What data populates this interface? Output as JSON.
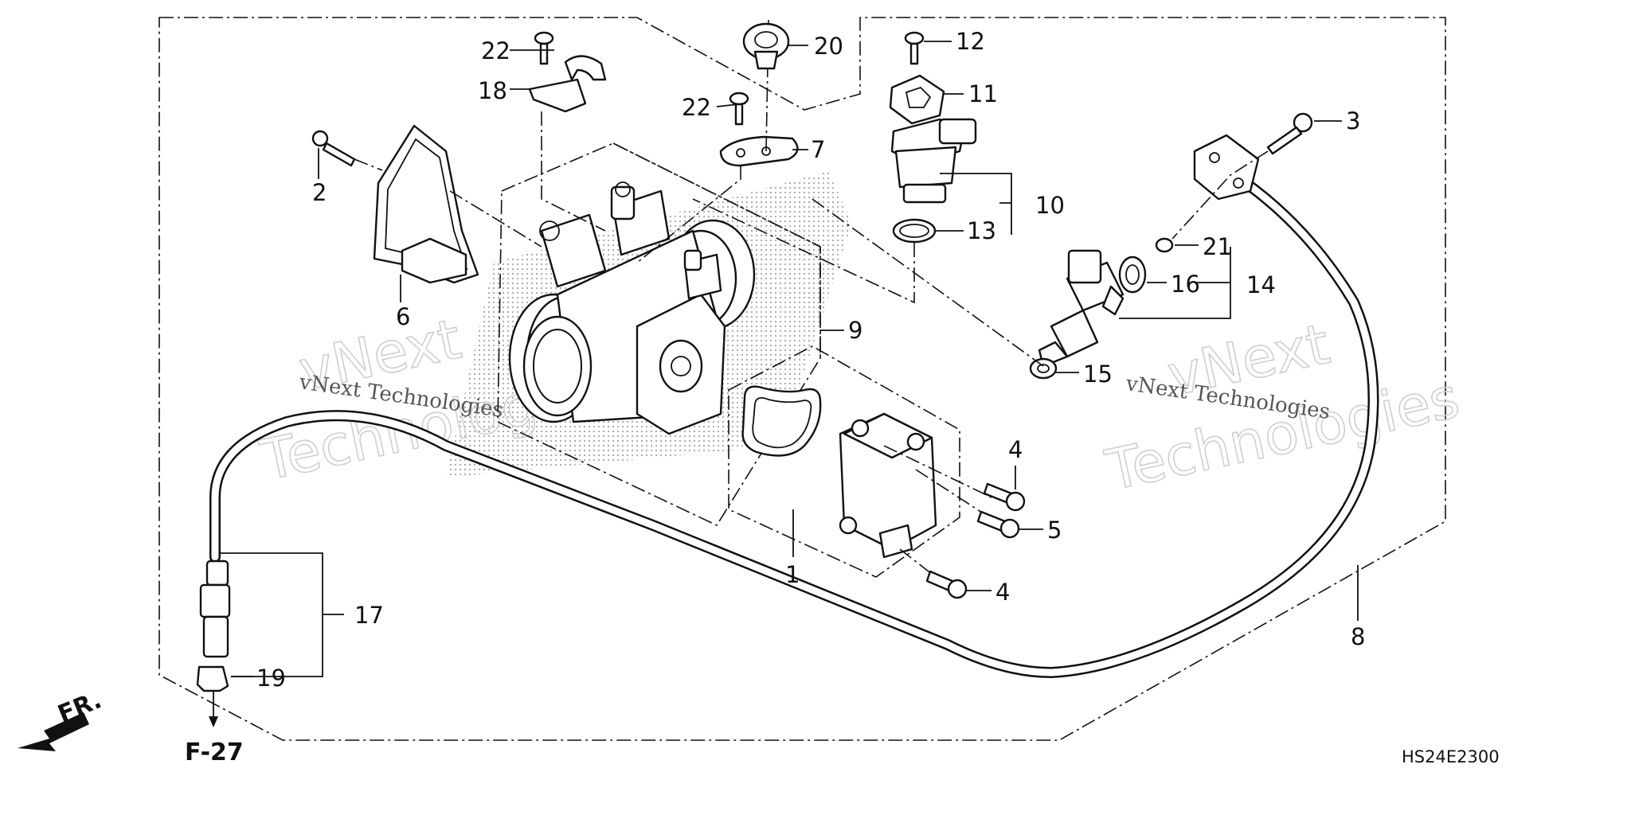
{
  "callouts": {
    "c1": "1",
    "c2": "2",
    "c3": "3",
    "c4a": "4",
    "c4b": "4",
    "c5": "5",
    "c6": "6",
    "c7": "7",
    "c8": "8",
    "c9": "9",
    "c10": "10",
    "c11": "11",
    "c12": "12",
    "c13": "13",
    "c14": "14",
    "c15": "15",
    "c16": "16",
    "c17": "17",
    "c18": "18",
    "c19": "19",
    "c20": "20",
    "c21": "21",
    "c22a": "22",
    "c22b": "22"
  },
  "watermark": {
    "brand_large": "vNext",
    "brand_sub": "Technologies",
    "brand_small": "vNext Technologies"
  },
  "front_label": "FR.",
  "page_ref": "F-27",
  "diagram_code": "HS24E2300"
}
